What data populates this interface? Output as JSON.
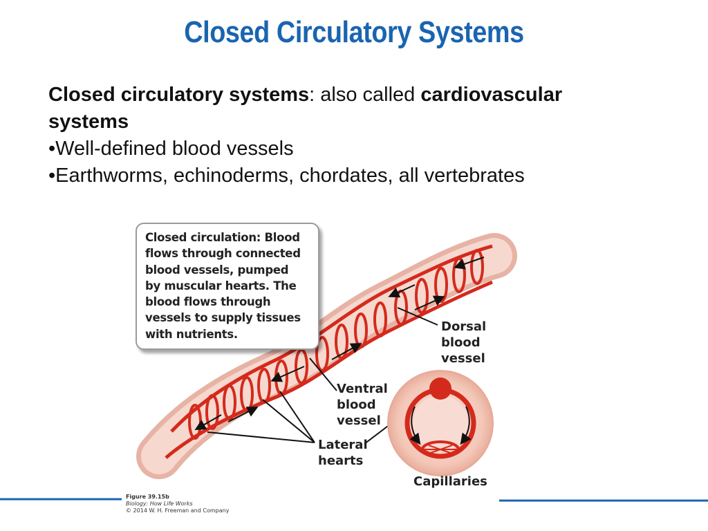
{
  "slide": {
    "title": "Closed Circulatory Systems",
    "definition_term": "Closed circulatory systems",
    "definition_mid": ": also called ",
    "definition_term2": "cardiovascular",
    "definition_line2": "systems",
    "bullets": [
      "•Well-defined blood vessels",
      "•Earthworms, echinoderms, chordates, all vertebrates"
    ]
  },
  "figure": {
    "callout": "Closed circulation: Blood\nflows through connected\nblood vessels, pumped\nby muscular hearts. The\nblood flows through\nvessels to supply tissues\nwith nutrients.",
    "labels": {
      "dorsal": "Dorsal\nblood\nvessel",
      "ventral": "Ventral\nblood\nvessel",
      "lateral": "Lateral\nhearts",
      "capillaries": "Capillaries"
    },
    "caption": {
      "figure": "Figure 39.15b",
      "book": "Biology: How Life Works",
      "copyright": "© 2014 W. H. Freeman and Company"
    }
  },
  "colors": {
    "title": "#1a64b0",
    "accent_line": "#1a64b0",
    "vessel": "#d42a1c",
    "tissue": "#f3c9bd"
  }
}
